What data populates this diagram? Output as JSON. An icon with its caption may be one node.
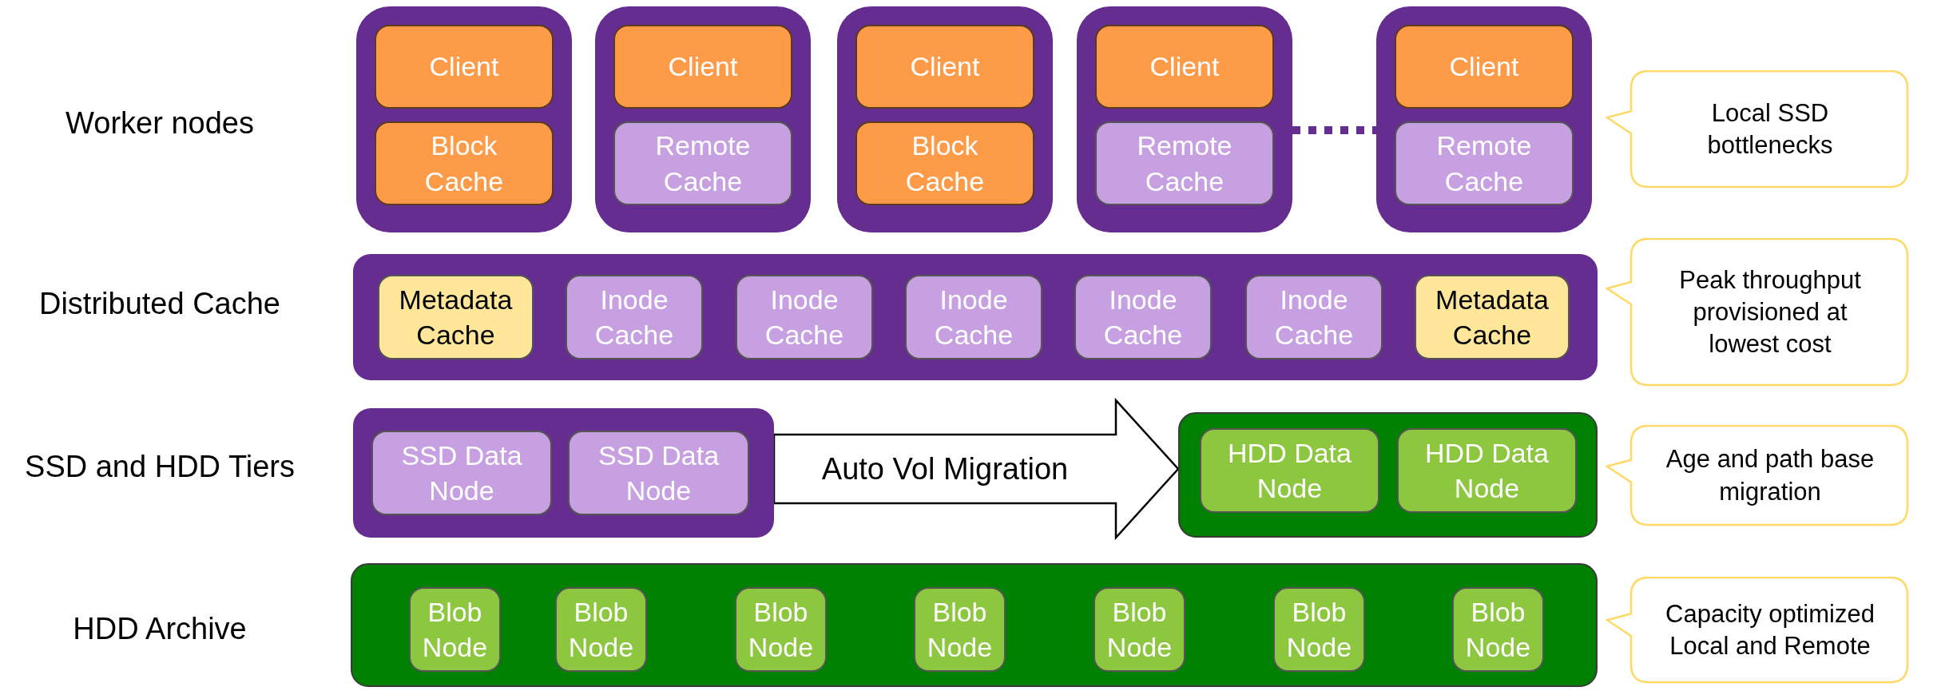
{
  "diagram": {
    "nodes": [
      {
        "text": [],
        "shape": "box"
      },
      {
        "text": [
          "Client"
        ],
        "in": 0
      },
      {
        "text": [
          "Block Cache"
        ],
        "in": 0
      },
      {
        "text": [],
        "shape": "box"
      },
      {
        "text": [
          "Client"
        ],
        "in": 3
      },
      {
        "text": [
          "Remote Cache"
        ],
        "in": 3
      },
      {
        "text": [],
        "shape": "box"
      },
      {
        "text": [
          "Client"
        ],
        "in": 6
      },
      {
        "text": [
          "Block Cache"
        ],
        "in": 6
      },
      {
        "text": [],
        "shape": "box"
      },
      {
        "text": [
          "Client"
        ],
        "in": 9
      },
      {
        "text": [
          "Remote Cache"
        ],
        "in": 9
      },
      {
        "text": [],
        "shape": "box"
      },
      {
        "text": [
          "Client"
        ],
        "in": 12
      },
      {
        "text": [
          "Remote Cache"
        ],
        "in": 12
      },
      {
        "text": [
          "Local SSD bottlenecks"
        ]
      },
      {
        "text": [],
        "shape": "box"
      },
      {
        "text": [
          "Metadata Cache"
        ],
        "in": 16
      },
      {
        "text": [
          "Inode Cache"
        ],
        "in": 16
      },
      {
        "text": [
          "Inode Cache"
        ],
        "in": 16
      },
      {
        "text": [
          "Inode Cache"
        ],
        "in": 16
      },
      {
        "text": [
          "Inode Cache"
        ],
        "in": 16
      },
      {
        "text": [
          "Inode Cache"
        ],
        "in": 16
      },
      {
        "text": [
          "Metadata Cache"
        ],
        "in": 16
      },
      {
        "text": [
          "Peak throughput provisioned at lowest cost"
        ]
      },
      {
        "text": [],
        "shape": "box"
      },
      {
        "text": [
          "SSD Data Node"
        ],
        "in": 25
      },
      {
        "text": [
          "SSD Data Node"
        ],
        "in": 25
      },
      {
        "text": [],
        "shape": "box"
      },
      {
        "text": [
          "HDD Data Node"
        ],
        "in": 28
      },
      {
        "text": [
          "HDD Data Node"
        ],
        "in": 28
      },
      {
        "text": [
          "Age and path base migration"
        ]
      },
      {
        "text": [],
        "shape": "box"
      },
      {
        "text": [
          "Blob Node"
        ],
        "in": 32
      },
      {
        "text": [
          "Blob Node"
        ],
        "in": 32
      },
      {
        "text": [
          "Blob Node"
        ],
        "in": 32
      },
      {
        "text": [
          "Blob Node"
        ],
        "in": 32
      },
      {
        "text": [
          "Blob Node"
        ],
        "in": 32
      },
      {
        "text": [
          "Blob Node"
        ],
        "in": 32
      },
      {
        "text": [
          "Blob Node"
        ],
        "in": 32
      },
      {
        "text": [
          "Capacity optimized Local and Remote"
        ]
      }
    ],
    "edges": [
      {
        "from": 9,
        "to": 12,
        "arrow": "none",
        "style": "dashed"
      },
      {
        "from": 25,
        "to": 28,
        "arrow": "to",
        "label": "Auto Vol Migration",
        "style": "thick"
      }
    ],
    "labels": [
      "Worker nodes",
      "Distributed Cache",
      "SSD and HDD Tiers",
      "HDD Archive"
    ]
  }
}
